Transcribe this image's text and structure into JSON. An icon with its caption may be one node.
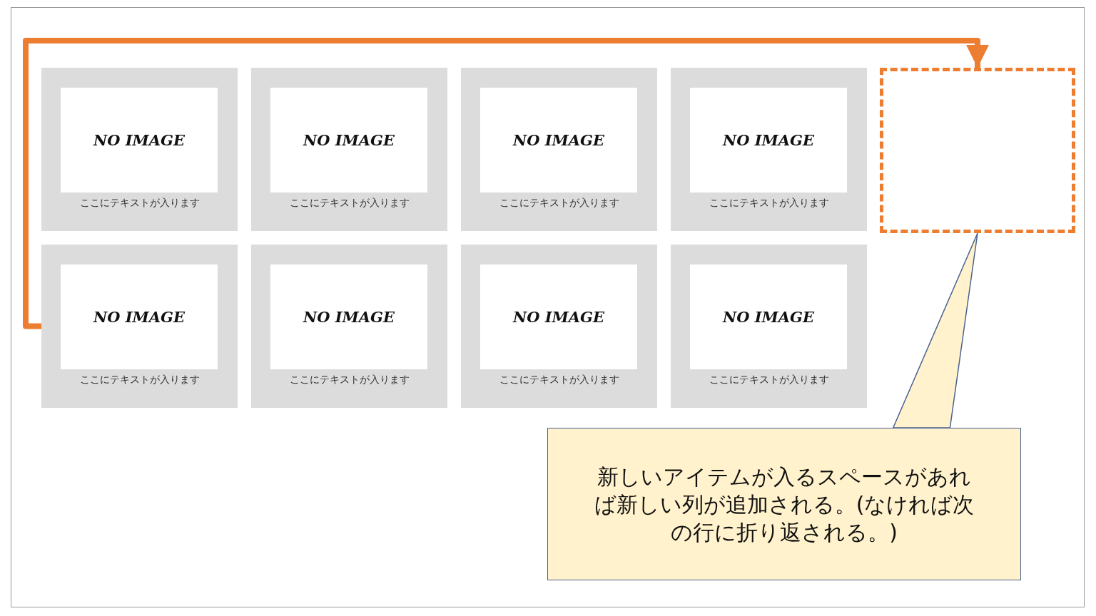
{
  "diagram": {
    "nodes": [
      {
        "text": [
          "NO IMAGE",
          "ここにテキストが入ります"
        ]
      },
      {
        "text": [
          "NO IMAGE",
          "ここにテキストが入ります"
        ]
      },
      {
        "text": [
          "NO IMAGE",
          "ここにテキストが入ります"
        ]
      },
      {
        "text": [
          "NO IMAGE",
          "ここにテキストが入ります"
        ]
      },
      {
        "text": [
          "NO IMAGE",
          "ここにテキストが入ります"
        ]
      },
      {
        "text": [
          "NO IMAGE",
          "ここにテキストが入ります"
        ]
      },
      {
        "text": [
          "NO IMAGE",
          "ここにテキストが入ります"
        ]
      },
      {
        "text": [
          "NO IMAGE",
          "ここにテキストが入ります"
        ]
      },
      {
        "text": [],
        "shape": "box"
      },
      {
        "text": [
          "新しいアイテムが入るスペースがあれば新しい列が追加される。(なければ次の行に折り返される。)"
        ]
      }
    ],
    "edges": [
      {
        "from": 4,
        "to": 8,
        "arrow": "to",
        "color": "#ed7d31"
      },
      {
        "from": 9,
        "to": 8,
        "arrow": "none"
      }
    ]
  }
}
